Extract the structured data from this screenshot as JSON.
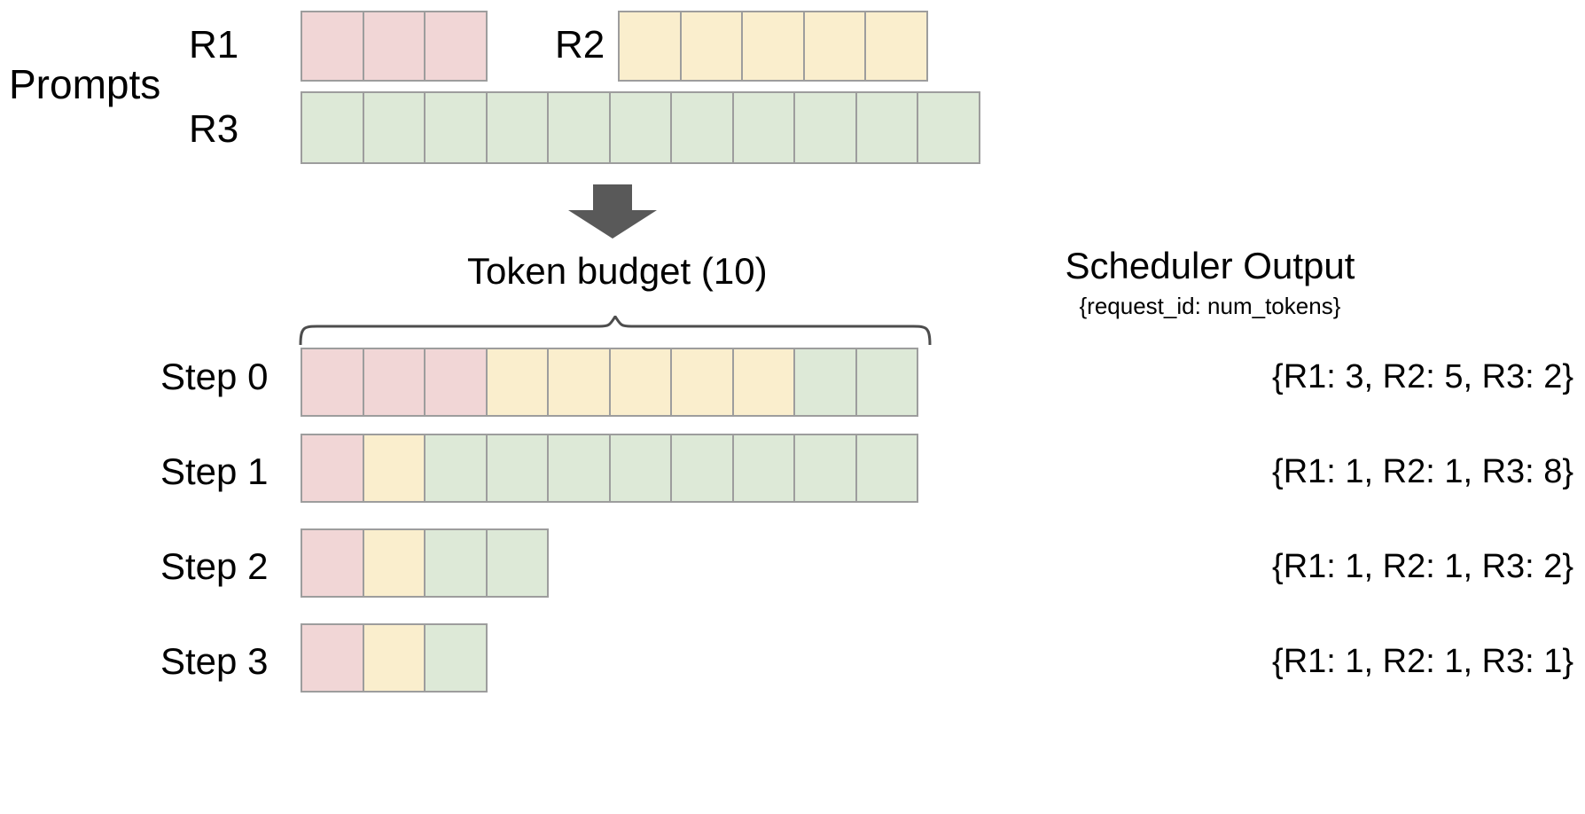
{
  "diagram": {
    "prompts_label": "Prompts",
    "budget_label": "Token  budget (10)",
    "arrow_icon": "down-arrow-icon",
    "brace_icon": "curly-brace-icon",
    "colors": {
      "r1": "#f1d6d6",
      "r2": "#faeecd",
      "r3": "#dde9d7",
      "cell_border": "#9d9d9d",
      "arrow": "#595959",
      "brace": "#4d4d4d",
      "text": "#000000",
      "background": "#ffffff"
    }
  },
  "prompts": {
    "requests": [
      {
        "id": "R1",
        "label": "R1",
        "tokens": 3,
        "color_key": "r1"
      },
      {
        "id": "R2",
        "label": "R2",
        "tokens": 5,
        "color_key": "r2"
      },
      {
        "id": "R3",
        "label": "R3",
        "tokens": 11,
        "color_key": "r3"
      }
    ]
  },
  "scheduler": {
    "title": "Scheduler Output",
    "subtitle": "{request_id: num_tokens}",
    "token_budget": 10,
    "steps": [
      {
        "label": "Step 0",
        "output": "{R1: 3, R2: 5, R3: 2}",
        "segments": [
          {
            "request": "R1",
            "count": 3,
            "color_key": "r1"
          },
          {
            "request": "R2",
            "count": 5,
            "color_key": "r2"
          },
          {
            "request": "R3",
            "count": 2,
            "color_key": "r3"
          }
        ]
      },
      {
        "label": "Step 1",
        "output": "{R1: 1, R2: 1, R3: 8}",
        "segments": [
          {
            "request": "R1",
            "count": 1,
            "color_key": "r1"
          },
          {
            "request": "R2",
            "count": 1,
            "color_key": "r2"
          },
          {
            "request": "R3",
            "count": 8,
            "color_key": "r3"
          }
        ]
      },
      {
        "label": "Step 2",
        "output": "{R1: 1, R2: 1, R3: 2}",
        "segments": [
          {
            "request": "R1",
            "count": 1,
            "color_key": "r1"
          },
          {
            "request": "R2",
            "count": 1,
            "color_key": "r2"
          },
          {
            "request": "R3",
            "count": 2,
            "color_key": "r3"
          }
        ]
      },
      {
        "label": "Step 3",
        "output": "{R1: 1, R2: 1, R3: 1}",
        "segments": [
          {
            "request": "R1",
            "count": 1,
            "color_key": "r1"
          },
          {
            "request": "R2",
            "count": 1,
            "color_key": "r2"
          },
          {
            "request": "R3",
            "count": 1,
            "color_key": "r3"
          }
        ]
      }
    ]
  }
}
